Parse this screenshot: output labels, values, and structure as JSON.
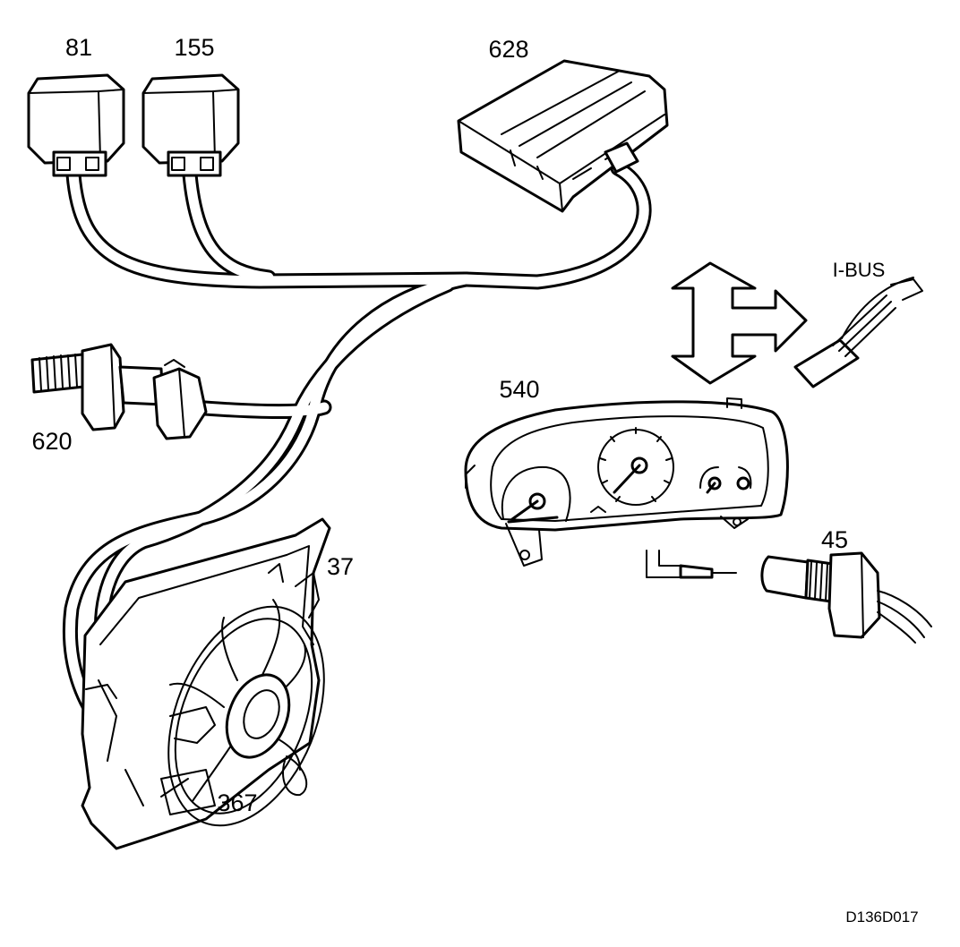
{
  "labels": {
    "relay_81": "81",
    "relay_155": "155",
    "module_628": "628",
    "ibus": "I-BUS",
    "sensor_620": "620",
    "cluster_540": "540",
    "fan_37": "37",
    "sensor_45": "45",
    "fan_motor_367": "367",
    "drawing_code": "D136D017"
  }
}
